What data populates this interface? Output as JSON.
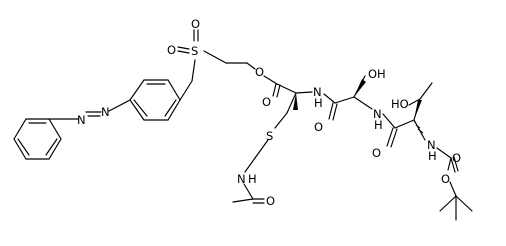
{
  "labels": {
    "s_sulfonyl": "S",
    "o_sulfonyl_left": "O",
    "o_sulfonyl_top": "O",
    "o_ester": "O",
    "o_ester_carbonyl": "O",
    "n_amide1": "N",
    "h_amide1": "H",
    "oh_serine": "OH",
    "o_amide1": "O",
    "n_amide2": "N",
    "h_amide2": "H",
    "ho_thr": "HO",
    "o_amide2": "O",
    "n_boc": "N",
    "h_boc": "H",
    "o_boc_carbonyl": "O",
    "o_boc_ester": "O",
    "s_thioether": "S",
    "n_acetamide": "N",
    "h_acetamide": "H",
    "o_acetamide": "O",
    "n_azo_1": "N",
    "n_azo_2": "N"
  }
}
